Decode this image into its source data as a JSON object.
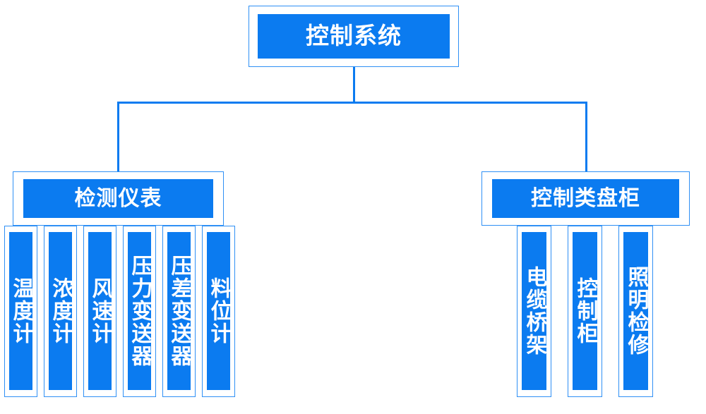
{
  "diagram": {
    "type": "organization-tree",
    "title": "控制系统",
    "colors": {
      "fill": "#0b7bf0",
      "border": "#2f90f5",
      "connector": "#0b7bf0",
      "text": "#ffffff",
      "background": "#ffffff"
    },
    "root": {
      "label": "控制系统"
    },
    "branches": [
      {
        "label": "检测仪表",
        "leaves": [
          {
            "label": "温度计"
          },
          {
            "label": "浓度计"
          },
          {
            "label": "风速计"
          },
          {
            "label": "压力变送器"
          },
          {
            "label": "压差变送器"
          },
          {
            "label": "料位计"
          }
        ]
      },
      {
        "label": "控制类盘柜",
        "leaves": [
          {
            "label": "电缆桥架"
          },
          {
            "label": "控制柜"
          },
          {
            "label": "照明检修"
          }
        ]
      }
    ]
  }
}
